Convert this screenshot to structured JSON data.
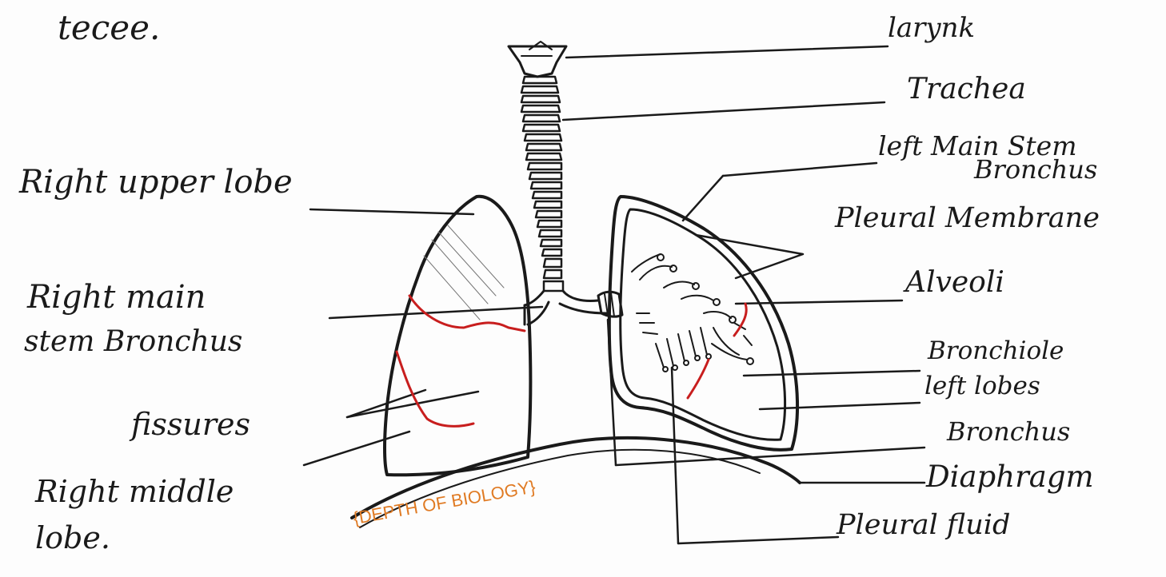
{
  "header_fragment": "tecee.",
  "labels": {
    "larynx": "larynk",
    "trachea": "Trachea",
    "left_main_stem_line1": "left Main Stem",
    "left_main_stem_line2": "Bronchus",
    "pleural_membrane": "Pleural Membrane",
    "alveoli": "Alveoli",
    "bronchiole": "Bronchiole",
    "left_lobes": "left lobes",
    "bronchus": "Bronchus",
    "diaphragm": "Diaphragm",
    "pleural_fluid": "Pleural fluid",
    "right_upper_lobe": "Right upper lobe",
    "right_main_stem_line1": "Right main",
    "right_main_stem_line2": "stem Bronchus",
    "fissures": "fissures",
    "right_middle_line1": "Right middle",
    "right_middle_line2": "lobe."
  },
  "watermark": "{DEPTH OF BIOLOGY}",
  "colors": {
    "ink": "#1a1a1a",
    "fissure_red": "#c81e1e",
    "watermark": "#e07b24"
  }
}
